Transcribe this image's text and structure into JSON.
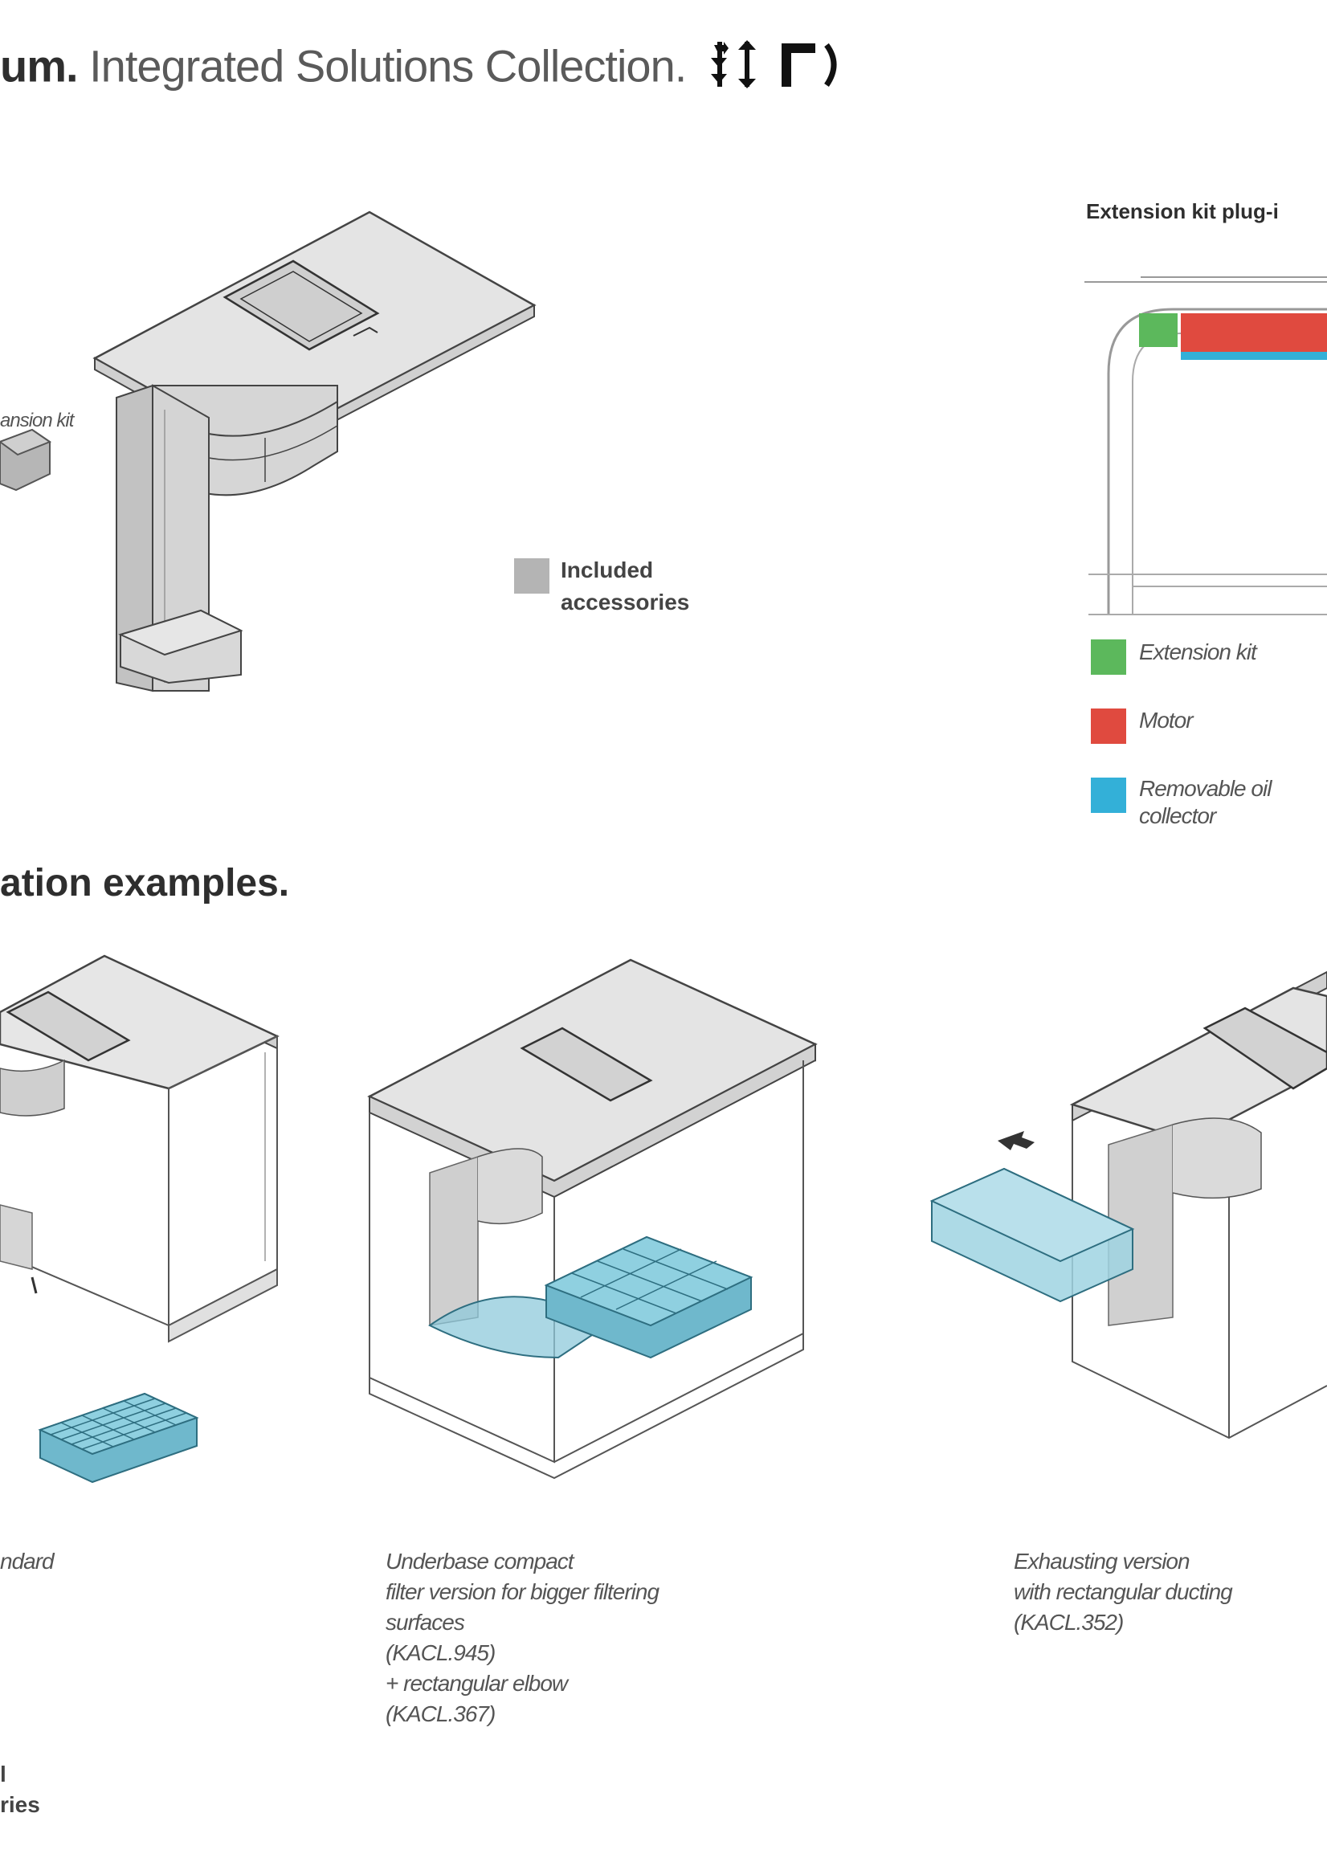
{
  "header": {
    "bold_part": "um.",
    "title": "Integrated Solutions Collection."
  },
  "top_left_fragment": "ansion kit",
  "included_accessories": {
    "line1": "Included",
    "line2": "accessories"
  },
  "extension_kit": {
    "title": "Extension kit plug-i",
    "legend": [
      {
        "label": "Extension kit",
        "color": "#5cb85c"
      },
      {
        "label": "Motor",
        "color": "#e04a3f"
      },
      {
        "label": "Removable oil",
        "label2": "collector",
        "color": "#33b0d8"
      }
    ]
  },
  "section_title": "ation examples.",
  "captions": {
    "left": "ndard",
    "middle": [
      "Underbase compact",
      "filter version for bigger filtering",
      "surfaces",
      "(KACL.945)",
      "+ rectangular elbow",
      "(KACL.367)"
    ],
    "right": [
      "Exhausting version",
      "with rectangular ducting",
      "(KACL.352)"
    ]
  },
  "bottom_fragment": {
    "line1": "l",
    "line2": "ries"
  },
  "colors": {
    "included_gray": "#b4b4b4",
    "filter_blue": "#7fbfd0"
  }
}
